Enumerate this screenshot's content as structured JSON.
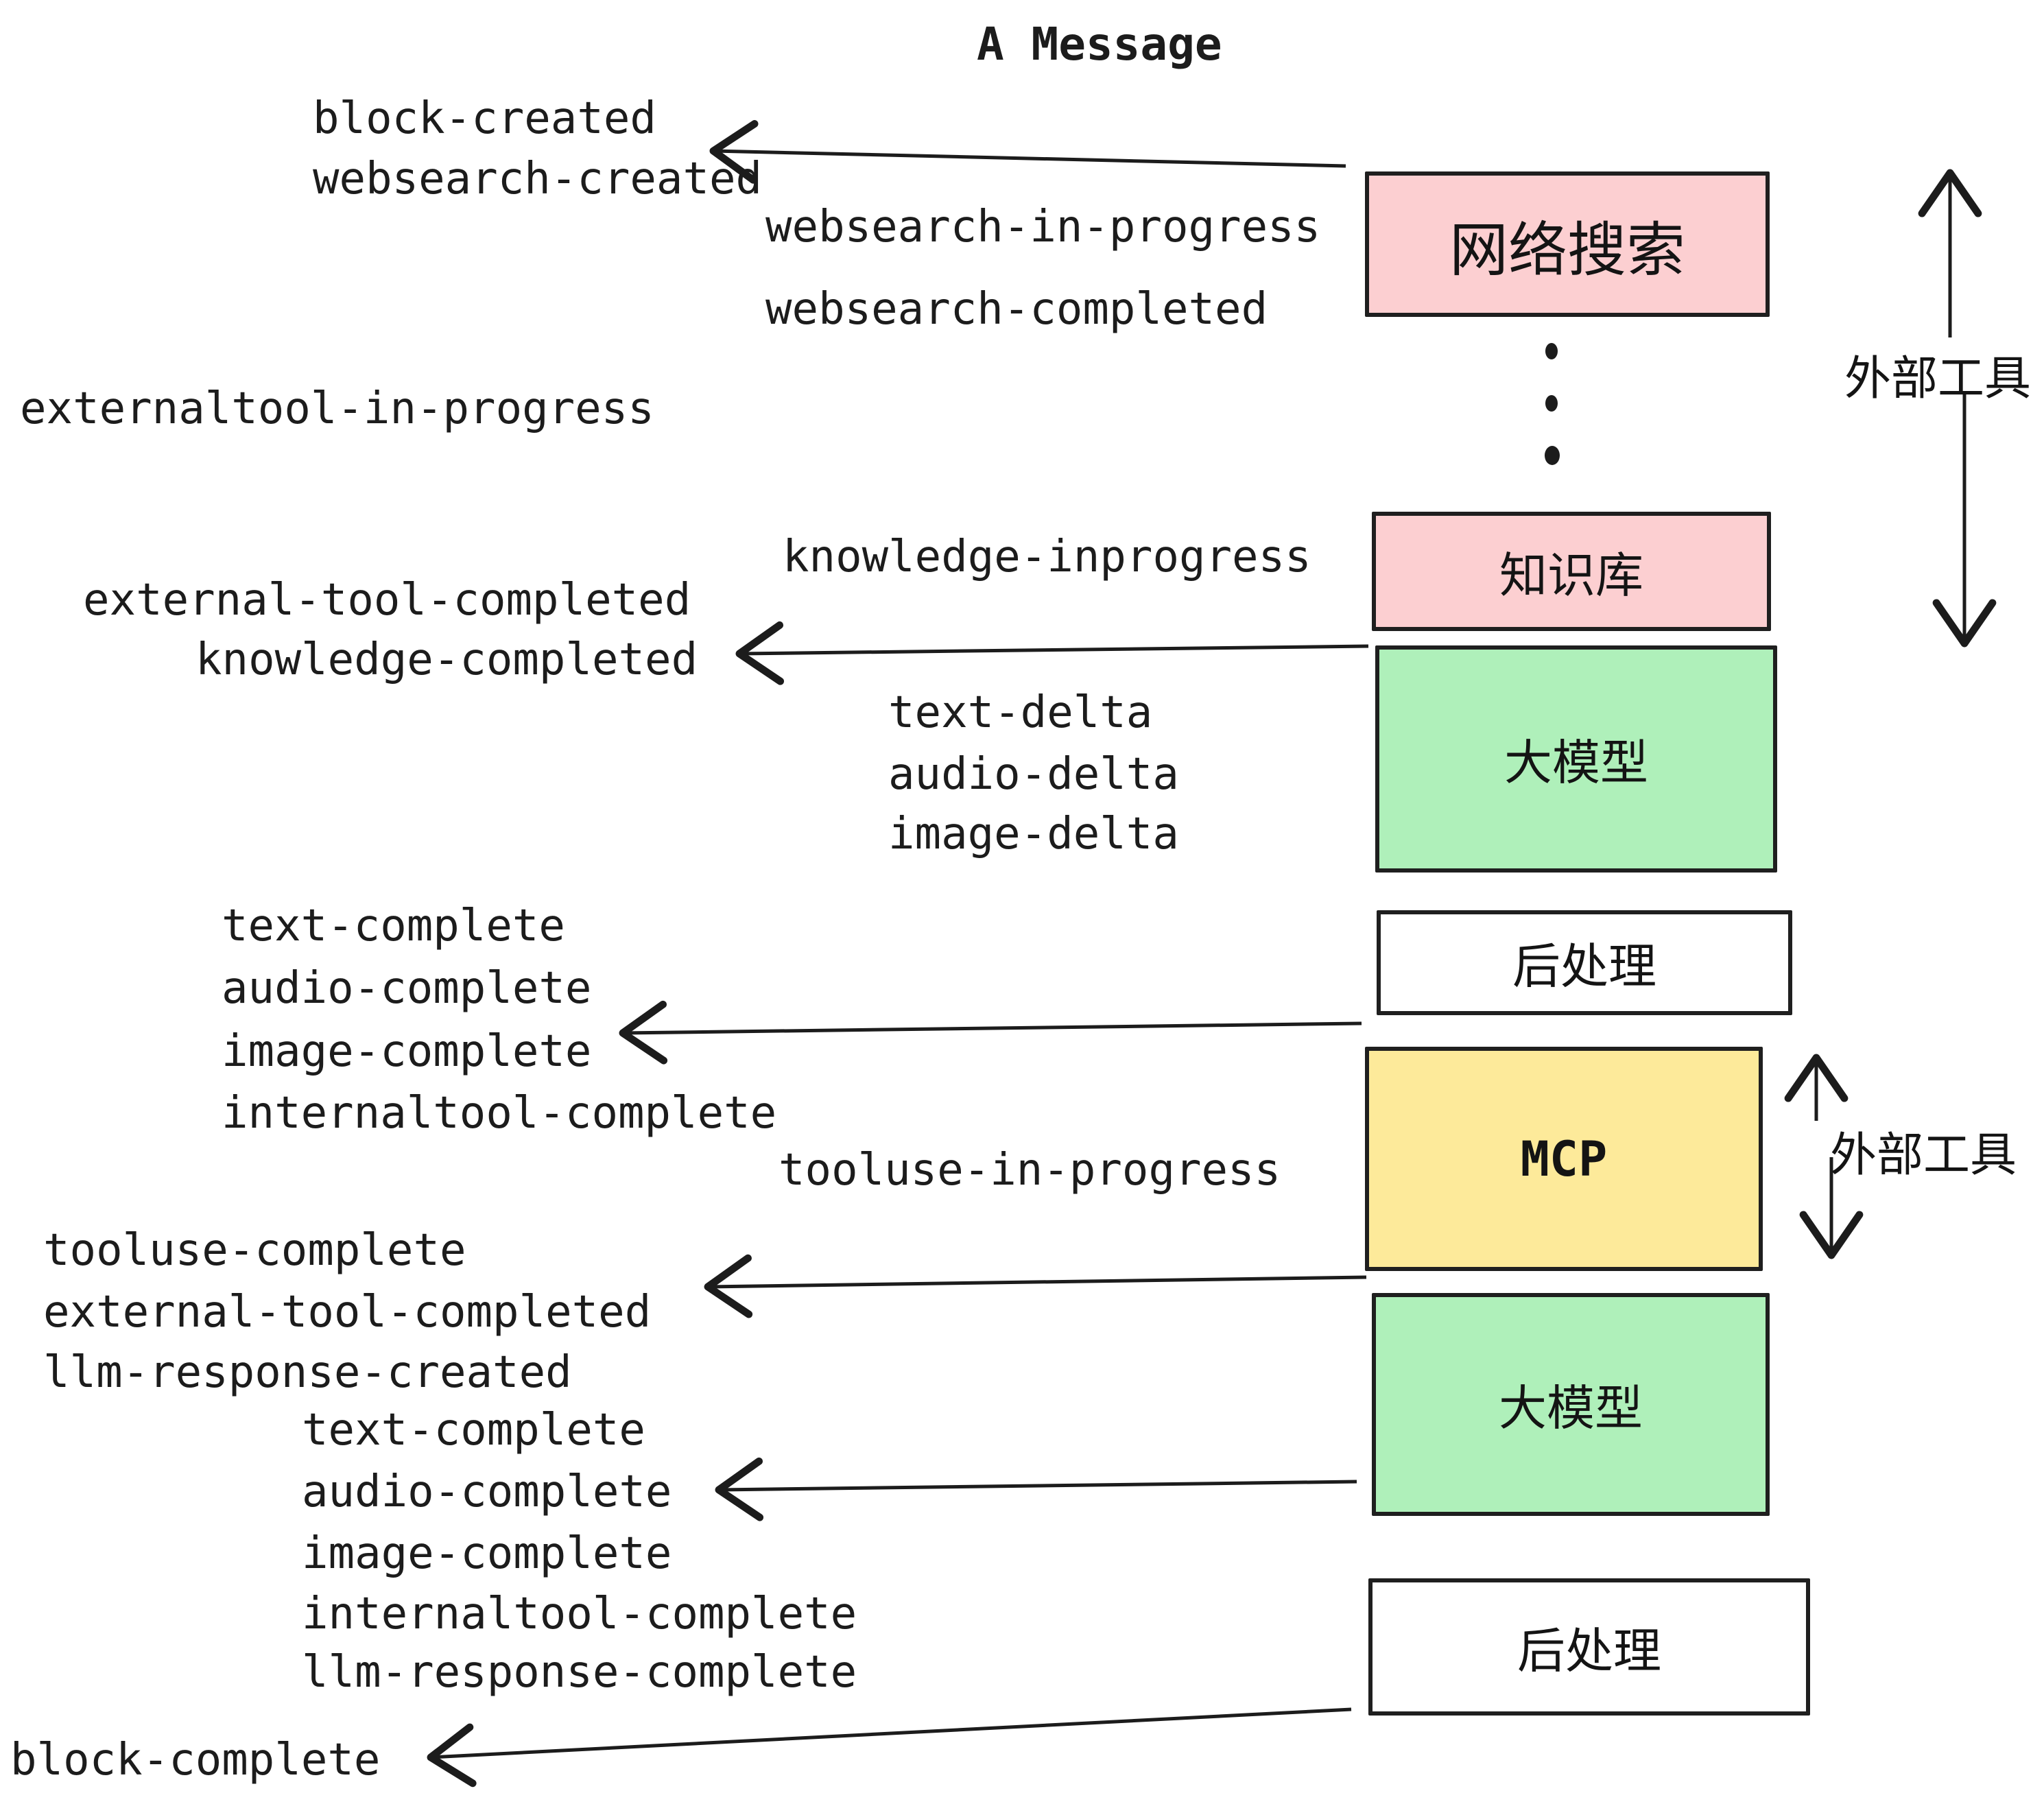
{
  "title": "A Message",
  "colors": {
    "pink": "#fccfd1",
    "green": "#aff0ba",
    "yellow": "#fdea9a",
    "white": "#ffffff",
    "stroke": "#1f1f1f"
  },
  "nodes": [
    {
      "id": "websearch",
      "label": "网络搜索",
      "color": "pink"
    },
    {
      "id": "knowledge",
      "label": "知识库",
      "color": "pink"
    },
    {
      "id": "llm-1",
      "label": "大模型",
      "color": "green"
    },
    {
      "id": "postprocess-1",
      "label": "后处理",
      "color": "white"
    },
    {
      "id": "mcp",
      "label": "MCP",
      "color": "yellow"
    },
    {
      "id": "llm-2",
      "label": "大模型",
      "color": "green"
    },
    {
      "id": "postprocess-2",
      "label": "后处理",
      "color": "white"
    }
  ],
  "events": [
    {
      "label": "block-created"
    },
    {
      "label": "websearch-created"
    },
    {
      "label": "websearch-in-progress"
    },
    {
      "label": "websearch-completed"
    },
    {
      "label": "externaltool-in-progress"
    },
    {
      "label": "knowledge-inprogress"
    },
    {
      "label": "external-tool-completed"
    },
    {
      "label": "knowledge-completed"
    },
    {
      "label": "text-delta"
    },
    {
      "label": "audio-delta"
    },
    {
      "label": "image-delta"
    },
    {
      "label": "text-complete"
    },
    {
      "label": "audio-complete"
    },
    {
      "label": "image-complete"
    },
    {
      "label": "internaltool-complete"
    },
    {
      "label": "tooluse-in-progress"
    },
    {
      "label": "tooluse-complete"
    },
    {
      "label": "external-tool-completed"
    },
    {
      "label": "llm-response-created"
    },
    {
      "label": "text-complete"
    },
    {
      "label": "audio-complete"
    },
    {
      "label": "image-complete"
    },
    {
      "label": "internaltool-complete"
    },
    {
      "label": "llm-response-complete"
    },
    {
      "label": "block-complete"
    }
  ],
  "annotations": {
    "external_tools_top": "外部工具",
    "external_tools_mcp": "外部工具"
  }
}
